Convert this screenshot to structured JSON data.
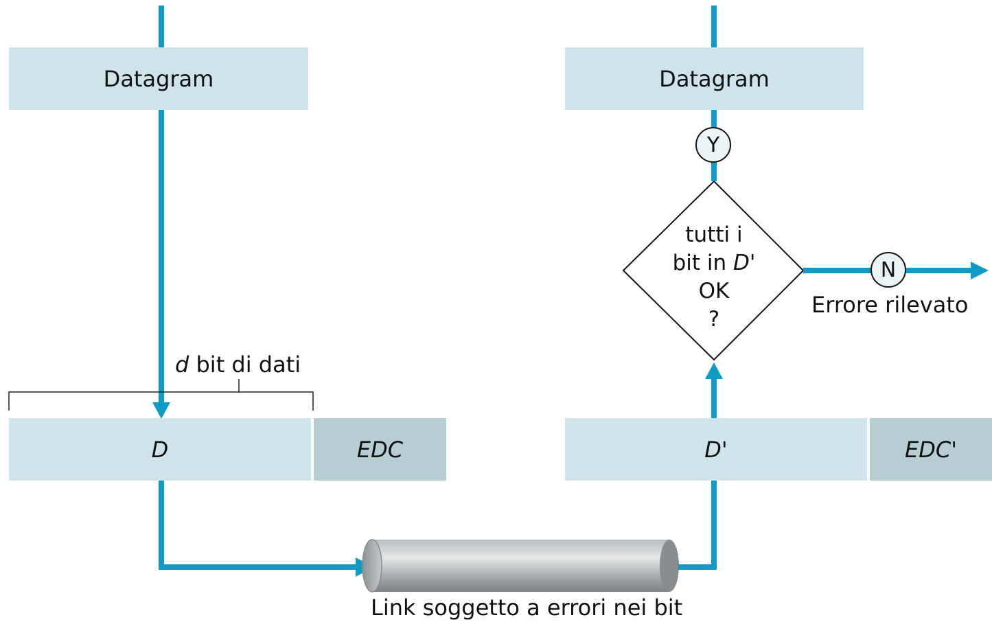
{
  "sender": {
    "datagram_label": "Datagram",
    "d_label": "D",
    "edc_label": "EDC",
    "brace_italic": "d",
    "brace_text": " bit di dati"
  },
  "receiver": {
    "datagram_label": "Datagram",
    "d_label": "D'",
    "edc_label": "EDC'",
    "yes_label": "Y",
    "no_label": "N",
    "error_label": "Errore rilevato"
  },
  "decision": {
    "line1": "tutti i",
    "line2_prefix": "bit in ",
    "line2_italic": "D'",
    "line3": "OK",
    "line4": "?"
  },
  "link": {
    "label": "Link soggetto a errori nei bit"
  },
  "colors": {
    "arrow": "#0e9cc4",
    "box_light": "#cfe3ea",
    "box_dark": "#b6cdd4"
  }
}
